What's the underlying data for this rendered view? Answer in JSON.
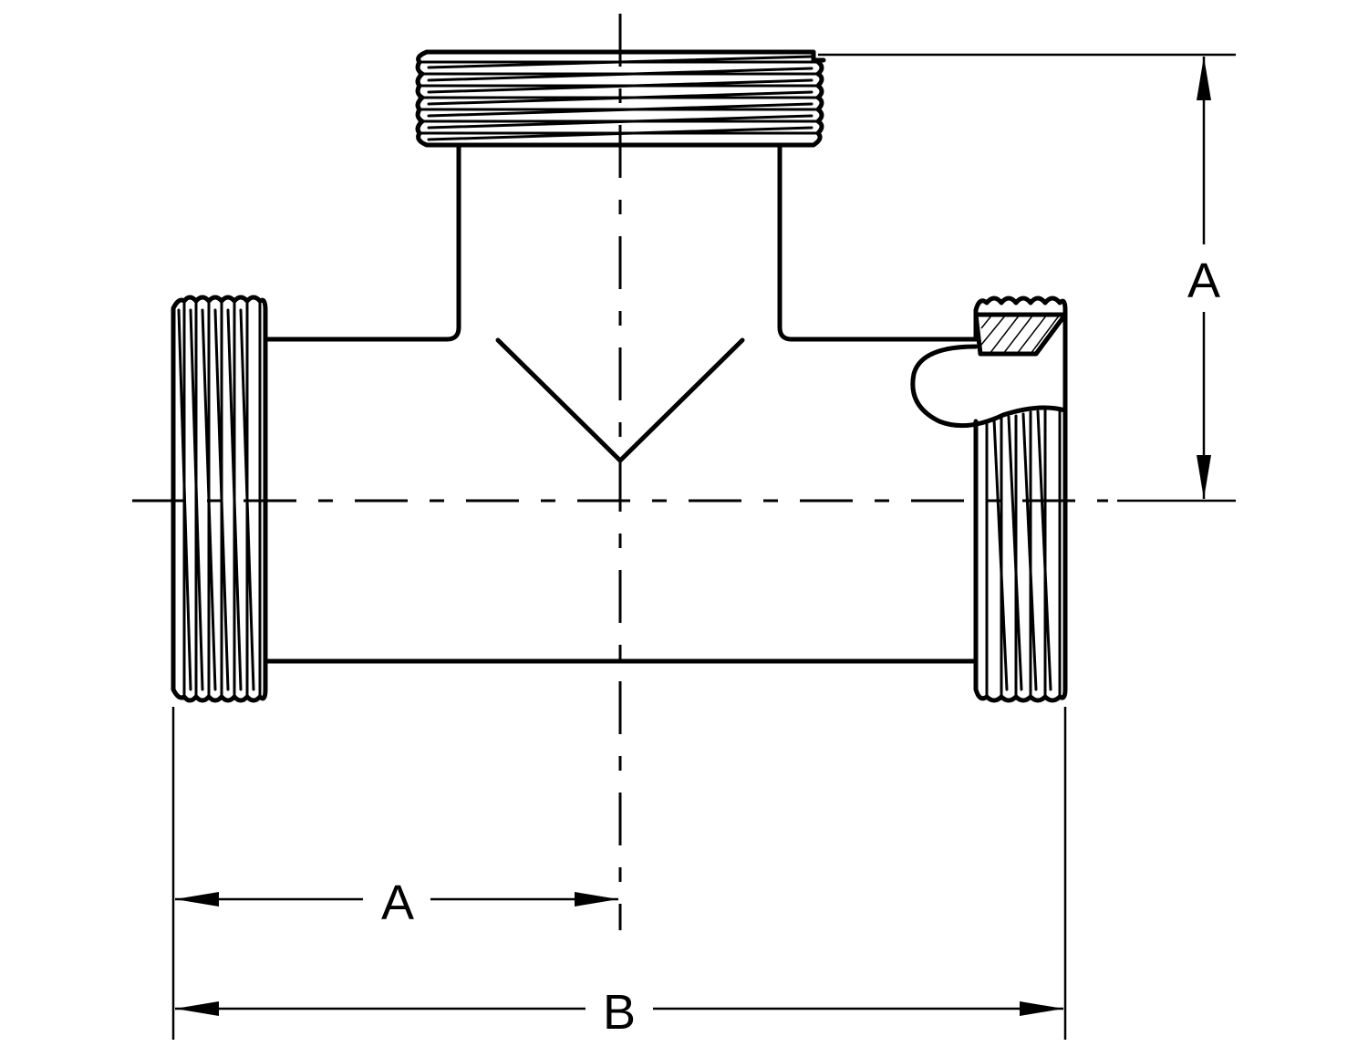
{
  "dimensions": {
    "branch_height_label": "A",
    "half_run_label": "A",
    "overall_run_label": "B"
  }
}
